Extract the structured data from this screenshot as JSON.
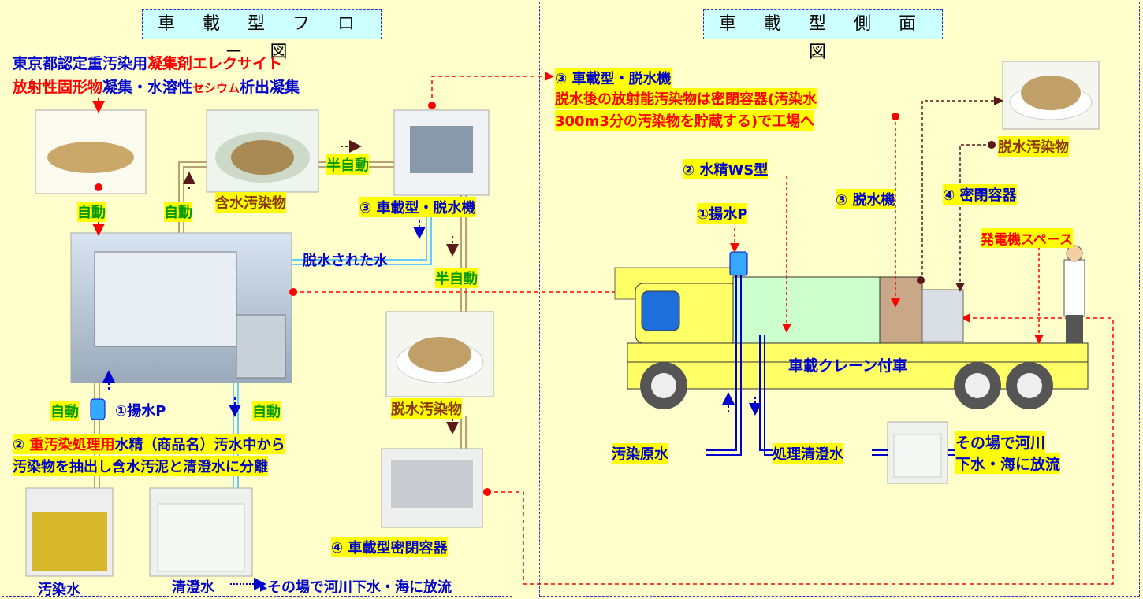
{
  "left_panel": {
    "title": "車 載 型 フ ロ ー 図",
    "line1_blue": "東京都認定重汚染用",
    "line1_red": "凝集剤エレクサイト",
    "line2_red": "放射性固形物",
    "line2_blue1": "凝集・水溶性",
    "line2_red2": "セシウム",
    "line2_blue2": "析出凝集",
    "auto_1": "自動",
    "auto_2": "自動",
    "wet_contaminant": "含水汚染物",
    "semi_auto_1": "半自動",
    "dehydrator": "③ 車載型・脱水機",
    "dewatered_water": "脱水された水",
    "semi_auto_2": "半自動",
    "dewatered_contaminant": "脱水汚染物",
    "auto_3": "自動",
    "pump": "①揚水P",
    "auto_4": "自動",
    "sealed_container": "④ 車載型密閉容器",
    "ws_line1_num": "②",
    "ws_line1_red": "重汚染処理用",
    "ws_line1_blue": "水精（商品名）汚水中から",
    "ws_line2": "汚染物を抽出し含水汚泥と清澄水に分離",
    "contaminated_water": "汚染水",
    "clear_water": "清澄水",
    "discharge": "▸その場で河川下水・海に放流"
  },
  "right_panel": {
    "title": "車 載 型 側 面 図",
    "dehydrator_head": "③  車載型・脱水機",
    "note_line1": "脱水後の放射能汚染物は密閉容器(汚染水",
    "note_line2": "300m3分の汚染物を貯蔵する)で工場へ",
    "dewatered_contaminant": "脱水汚染物",
    "ws_type": "② 水精WS型",
    "pump": "①揚水P",
    "dehydrator": "③ 脱水機",
    "sealed_container": "④ 密閉容器",
    "generator_space": "発電機スペース",
    "truck_label": "車載クレーン付車",
    "raw_water": "汚染原水",
    "treated_water": "処理清澄水",
    "discharge_line1": "その場で河川",
    "discharge_line2": "下水・海に放流"
  },
  "colors": {
    "panel_bg": "#ffffcc",
    "title_bg": "#ccffff",
    "highlight": "#ffff00",
    "accent_red": "#ff0000",
    "accent_blue": "#0000cc",
    "brown_text": "#8b3a0f",
    "truck_body": "#ffff66",
    "tank": "#ccffcc",
    "dehydrator_box": "#c9a88a"
  }
}
